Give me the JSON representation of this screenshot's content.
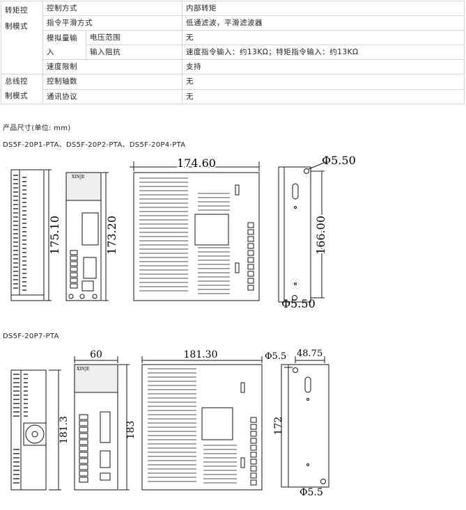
{
  "spec_table": {
    "torque_group": "转矩控制模式",
    "torque_group_l1": "转矩控",
    "torque_group_l2": "制模式",
    "bus_group_l1": "总线控",
    "bus_group_l2": "制模式",
    "rows": {
      "control_method": {
        "label": "控制方式",
        "value": "内部转矩"
      },
      "command_smoothing": {
        "label": "指令平滑方式",
        "value": "低通滤波，平滑滤波器"
      },
      "analog_input_l1": "模拟量输",
      "analog_input_l2": "入",
      "voltage_range": {
        "label": "电压范围",
        "value": "无"
      },
      "input_impedance": {
        "label": "输入阻抗",
        "value": "速度指令输入：约13KΩ；特矩指令输入：约13KΩ"
      },
      "speed_limit": {
        "label": "速度限制",
        "value": "支持"
      },
      "control_axes": {
        "label": "控制轴数",
        "value": "无"
      },
      "comm_protocol": {
        "label": "通讯协议",
        "value": "无"
      }
    }
  },
  "dimensions_title": "产品尺寸(单位: mm)",
  "group1": {
    "models": "DS5F-20P1-PTA、DS5F-20P2-PTA、DS5F-20P4-PTA",
    "dim_height_side": "175.10",
    "dim_height_front": "173.20",
    "dim_depth": "174.60",
    "dim_hole_top": "Φ5.50",
    "dim_mount_height": "166.00",
    "dim_hole_bottom": "Φ5.50",
    "brand": "XINJE"
  },
  "group2": {
    "models": "DS5F-20P7-PTA",
    "dim_width": "60",
    "dim_height_side": "181.3",
    "dim_height_front": "183",
    "dim_depth": "181.30",
    "dim_hole_top": "Φ5.5",
    "dim_mount_width": "48.75",
    "dim_mount_height": "172",
    "dim_hole_bottom": "Φ5.5",
    "brand": "XINJE"
  }
}
